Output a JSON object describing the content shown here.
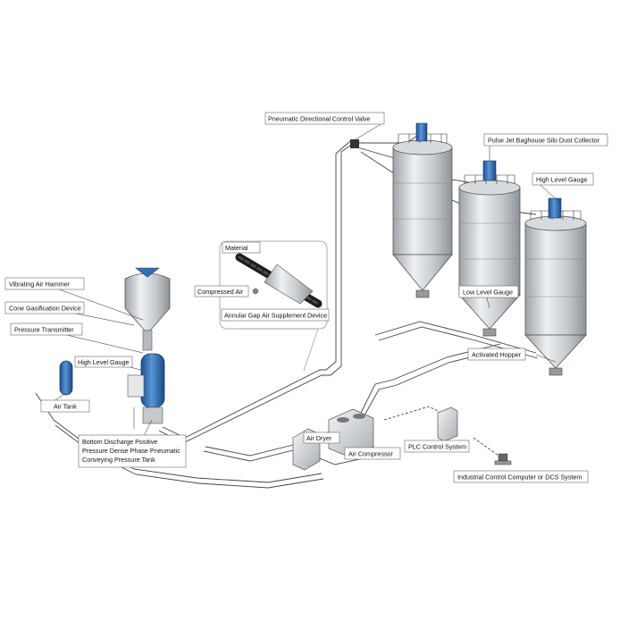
{
  "labels": {
    "pneumatic_valve": "Pneumatic Directional Control Valve",
    "pulse_jet": "Pulse Jet Baghouse Silo Dust Collector",
    "high_level_silo": "High Level Gauge",
    "low_level": "Low Level Gauge",
    "activated_hopper": "Activated Hopper",
    "material": "Material",
    "compressed_air": "Compressed Air",
    "annular_gap": "Annular Gap Air Supplement Device",
    "vibrating_hammer": "Vibrating Air Hammer",
    "cone_gasification": "Cone Gasification Device",
    "pressure_transmitter": "Pressure Transmitter",
    "high_level_tank": "High Level Gauge",
    "air_tank": "Air Tank",
    "tank_line1": "Bottom Discharge Positive",
    "tank_line2": "Pressure Dense Phase Pneumatic",
    "tank_line3": "Conveying Pressure Tank",
    "air_dryer": "Air Dryer",
    "air_compressor": "Air Compressor",
    "plc": "PLC Control System",
    "dcs": "Industrial Control Computer or DCS System"
  },
  "colors": {
    "silo_blue": "#2f6fb5",
    "steel": "#bfc3c7",
    "line": "#333333"
  },
  "icons": [
    "silo-icon",
    "dust-collector-icon",
    "pressure-tank-icon",
    "air-tank-icon",
    "compressor-icon",
    "dryer-icon",
    "plc-cabinet-icon",
    "computer-icon",
    "valve-icon"
  ]
}
